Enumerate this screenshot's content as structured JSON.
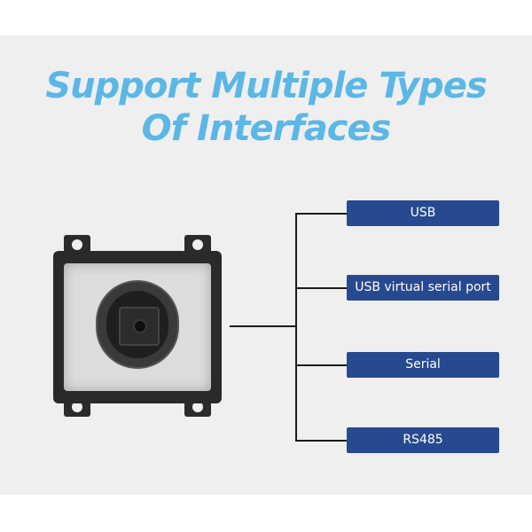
{
  "headline": {
    "line1": "Support Multiple Types",
    "line2": "Of  Interfaces"
  },
  "interfaces": [
    {
      "label": "USB"
    },
    {
      "label": "USB virtual serial port"
    },
    {
      "label": "Serial"
    },
    {
      "label": "RS485"
    }
  ],
  "colors": {
    "headline": "#5ab7e6",
    "label_background": "#27498f",
    "label_text": "#ffffff",
    "panel_background": "#efefef",
    "device_body": "#2a2a2a"
  }
}
